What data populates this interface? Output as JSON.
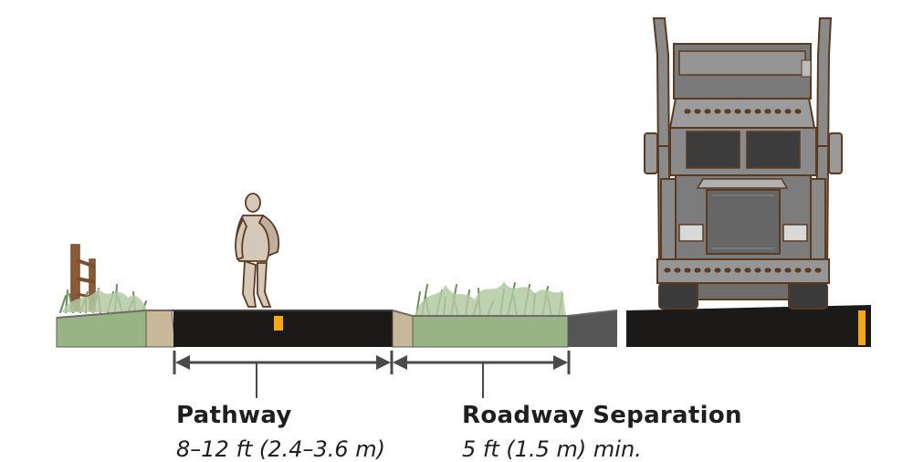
{
  "colors": {
    "asphalt": "#1b1a18",
    "grass": "#98b484",
    "shoulder": "#c8b89a",
    "gray_shoulder": "#555555",
    "center_line": "#f2a818",
    "dimension_line": "#4a4a4a",
    "truck_body": "#858585",
    "truck_outline": "#5b3a22",
    "pedestrian": "#d6c8b8",
    "fence": "#7a4e2e",
    "text": "#1f1f1f"
  },
  "dimensions": {
    "pathway": {
      "title": "Pathway",
      "measure": "8–12 ft (2.4–3.6 m)"
    },
    "separation": {
      "title": "Roadway Separation",
      "measure": "5 ft (1.5 m) min."
    }
  },
  "icons": [
    "pedestrian-icon",
    "truck-icon",
    "fence-icon",
    "grass-tuft-icon"
  ]
}
